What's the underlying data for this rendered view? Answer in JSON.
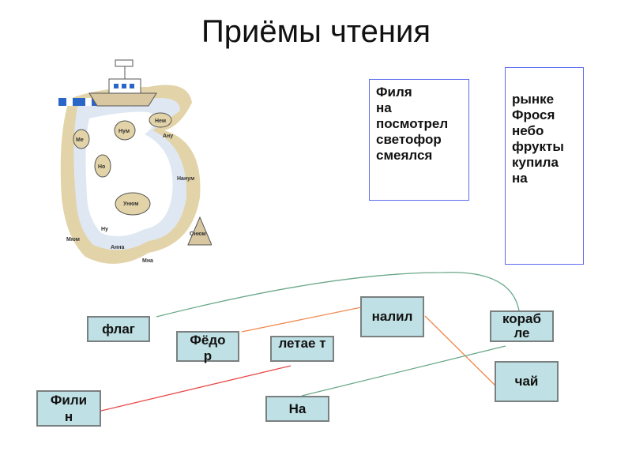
{
  "title": "Приёмы чтения",
  "map": {
    "labels": [
      "Нем",
      "Нум",
      "Ану",
      "Ме",
      "Но",
      "Нанум",
      "Унюм",
      "Онюм",
      "Мюм",
      "Ну",
      "Анна",
      "Мна"
    ]
  },
  "word_boxes": [
    {
      "words": [
        "Филя",
        "на",
        "посмотрел",
        "светофор",
        "смеялся"
      ]
    },
    {
      "words": [
        "рынке",
        "Фрося",
        "небо",
        "фрукты",
        "купила",
        "на"
      ]
    }
  ],
  "cards": {
    "flag": "флаг",
    "fedor": "Фёдо р",
    "letaet": "летае т",
    "nalil": "налил",
    "korable": "кораб ле",
    "chai": "чай",
    "filin": "Фили н",
    "na": "На"
  },
  "colors": {
    "green_line": "#6aa88a",
    "orange_line": "#f08a50",
    "red_line": "#e84a4a",
    "card_bg": "#bfe0e4",
    "box_border": "#5b6cf0"
  }
}
